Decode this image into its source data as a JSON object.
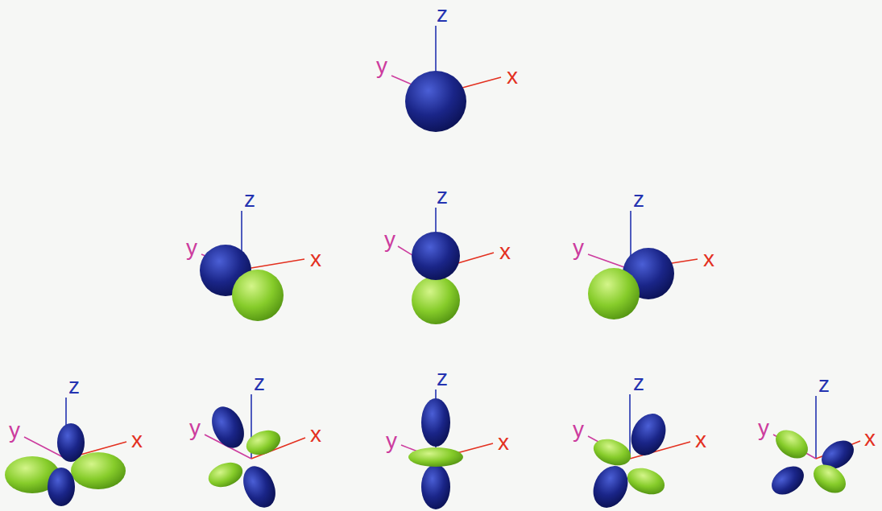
{
  "diagram": {
    "labels": [
      "z",
      "y",
      "x",
      "z",
      "y",
      "x",
      "z",
      "y",
      "x",
      "z",
      "y",
      "x",
      "z",
      "y",
      "x",
      "z",
      "y",
      "x",
      "z",
      "y",
      "x",
      "z",
      "y",
      "x",
      "z",
      "y",
      "x"
    ]
  }
}
